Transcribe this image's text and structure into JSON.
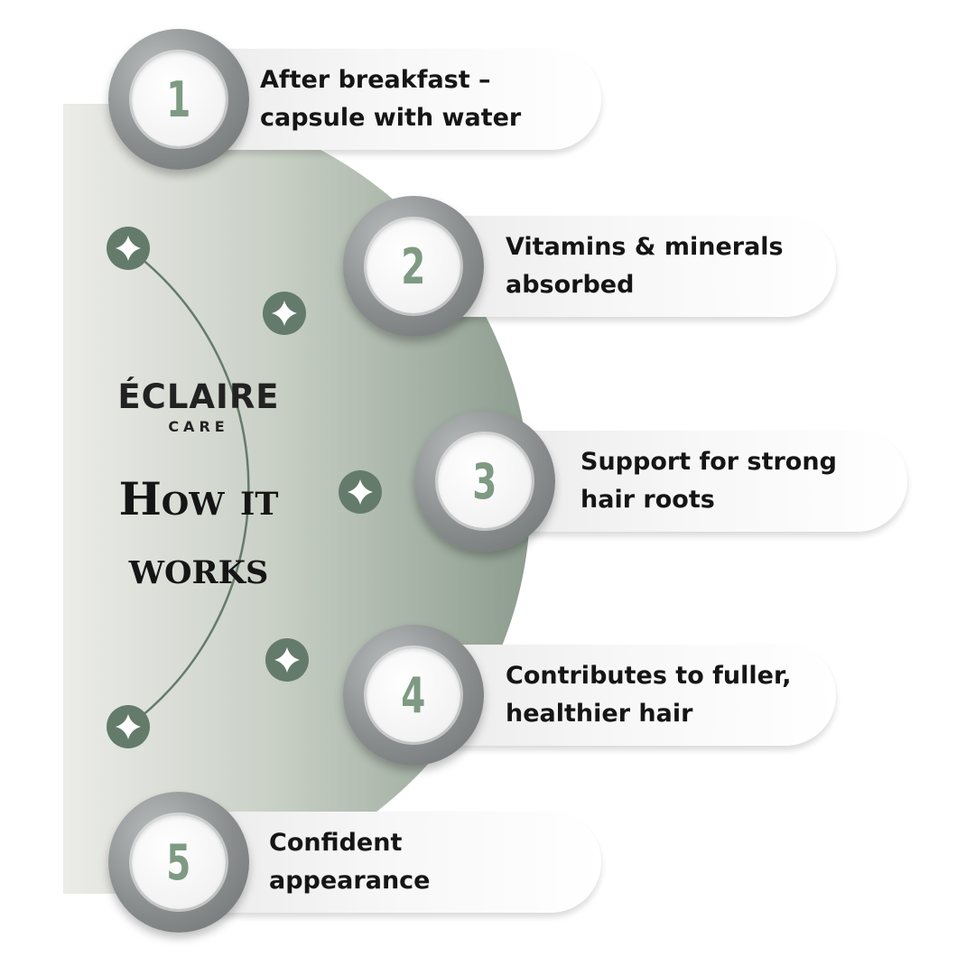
{
  "brand": {
    "name": "ÉCLAIRE",
    "sub": "CARE"
  },
  "headline": "How it works",
  "colors": {
    "accent": "#7e9a83",
    "node": "#647b6b",
    "arc": "#657a6b",
    "panel_light": "#ecece8",
    "panel_dark": "#8c9c8e"
  },
  "steps": [
    {
      "number": "1",
      "text": "After breakfast –\ncapsule with water"
    },
    {
      "number": "2",
      "text": "Vitamins & minerals\nabsorbed"
    },
    {
      "number": "3",
      "text": "Support for strong\nhair roots"
    },
    {
      "number": "4",
      "text": "Contributes to fuller,\nhealthier hair"
    },
    {
      "number": "5",
      "text": "Confident\nappearance"
    }
  ],
  "arc_nodes": [
    {
      "icon": "sparkle-icon"
    },
    {
      "icon": "sparkle-icon"
    },
    {
      "icon": "sparkle-icon"
    },
    {
      "icon": "sparkle-icon"
    },
    {
      "icon": "sparkle-icon"
    }
  ]
}
